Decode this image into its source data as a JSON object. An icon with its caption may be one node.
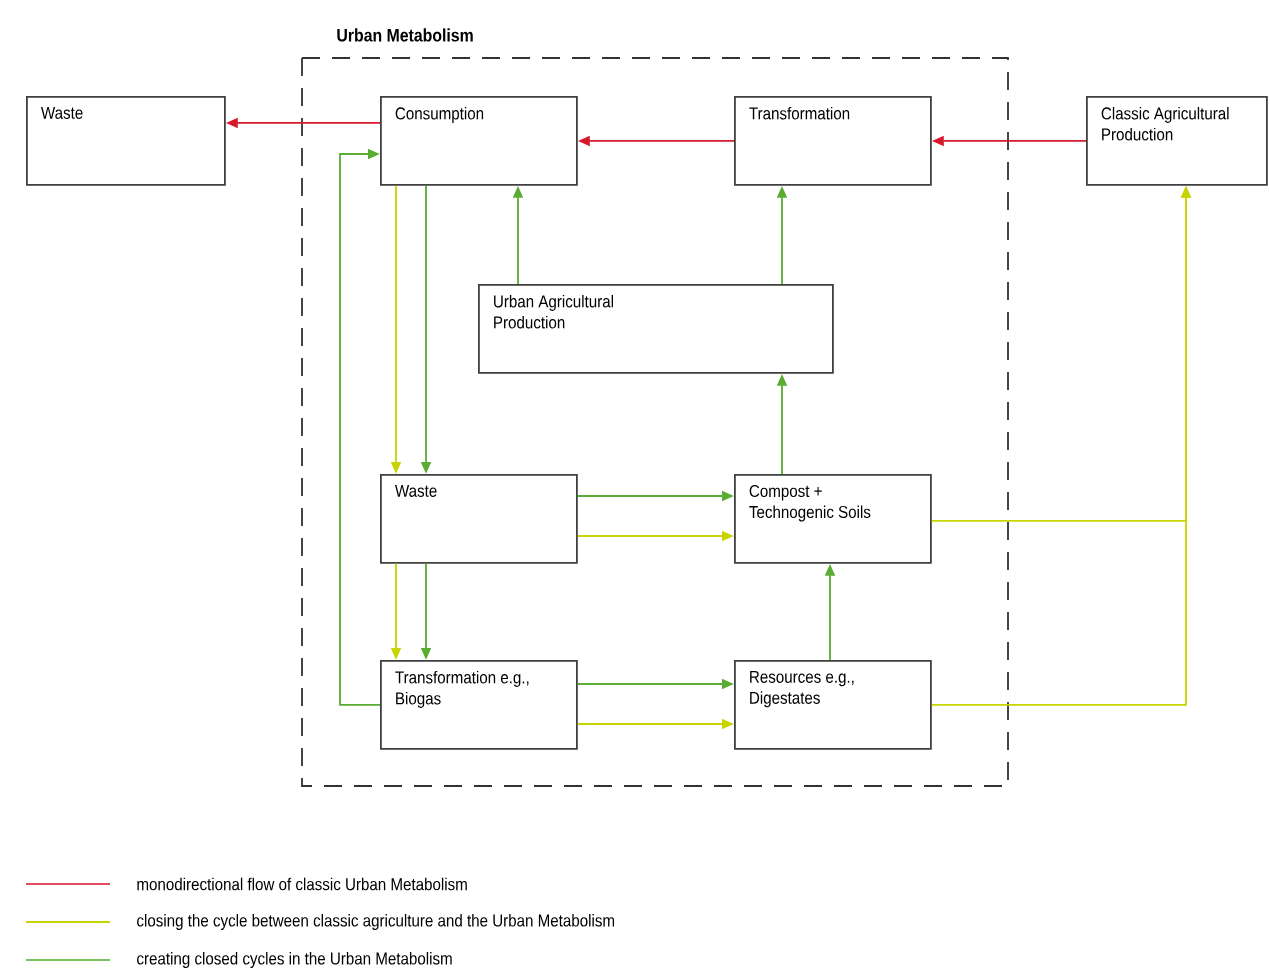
{
  "diagram": {
    "nodes": [
      {
        "text": [
          "Urban Metabolism"
        ]
      },
      {
        "text": [
          "Waste"
        ]
      },
      {
        "text": [
          "Consumption"
        ],
        "in": 0
      },
      {
        "text": [
          "Transformation"
        ],
        "in": 0
      },
      {
        "text": [
          "Classic Agricultural Production"
        ]
      },
      {
        "text": [
          "Urban Agricultural Production"
        ],
        "in": 0
      },
      {
        "text": [
          "Waste"
        ],
        "in": 0
      },
      {
        "text": [
          "Compost + Technogenic Soils"
        ],
        "in": 0
      },
      {
        "text": [
          "Transformation e.g., Biogas"
        ],
        "in": 0
      },
      {
        "text": [
          "Resources e.g., Digestates"
        ],
        "in": 0
      }
    ],
    "edges": [
      {
        "from": 2,
        "to": 1,
        "arrow": "to",
        "color": "#d7192d"
      },
      {
        "from": 3,
        "to": 2,
        "arrow": "to",
        "color": "#d7192d"
      },
      {
        "from": 4,
        "to": 3,
        "arrow": "to",
        "color": "#d7192d"
      },
      {
        "from": 5,
        "to": 2,
        "arrow": "to"
      },
      {
        "from": 5,
        "to": 3,
        "arrow": "to"
      },
      {
        "from": 7,
        "to": 5,
        "arrow": "to"
      },
      {
        "from": 2,
        "to": 6,
        "arrow": "to",
        "color": "#c8d400"
      },
      {
        "from": 2,
        "to": 6,
        "arrow": "to"
      },
      {
        "from": 6,
        "to": 7,
        "arrow": "to"
      },
      {
        "from": 6,
        "to": 7,
        "arrow": "to",
        "color": "#c8d400"
      },
      {
        "from": 6,
        "to": 8,
        "arrow": "to",
        "color": "#c8d400"
      },
      {
        "from": 6,
        "to": 8,
        "arrow": "to"
      },
      {
        "from": 8,
        "to": 9,
        "arrow": "to"
      },
      {
        "from": 8,
        "to": 9,
        "arrow": "to",
        "color": "#c8d400"
      },
      {
        "from": 9,
        "to": 7,
        "arrow": "to"
      },
      {
        "from": 8,
        "to": 2,
        "arrow": "to"
      },
      {
        "from": 7,
        "to": 4,
        "arrow": "to",
        "color": "#c8d400"
      },
      {
        "from": 9,
        "to": 4,
        "arrow": "to",
        "color": "#c8d400"
      }
    ],
    "legend": [
      {
        "text": "monodirectional flow of classic Urban Metabolism"
      },
      {
        "text": "closing the cycle between classic agriculture and the Urban Metabolism"
      },
      {
        "text": "creating closed cycles in the Urban Metabolism"
      }
    ]
  }
}
